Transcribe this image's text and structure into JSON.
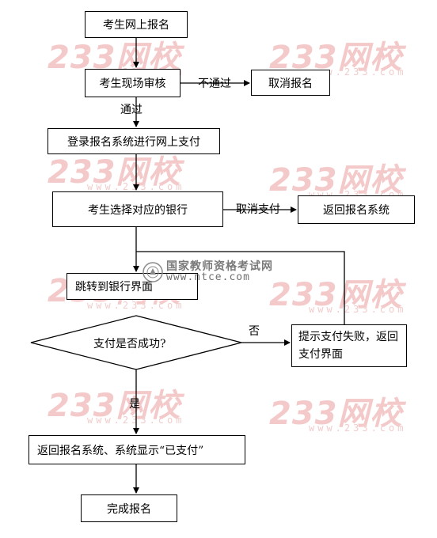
{
  "flowchart": {
    "nodes": {
      "n1": "考生网上报名",
      "n2": "考生现场审核",
      "n3": "取消报名",
      "n4": "登录报名系统进行网上支付",
      "n5": "考生选择对应的银行",
      "n6": "返回报名系统",
      "n7": "跳转到银行界面",
      "n8": "支付是否成功?",
      "n9": "提示支付失败，返回支付界面",
      "n10": "返回报名系统、系统显示“已支付”",
      "n11": "完成报名"
    },
    "edges": {
      "not_passed": "不通过",
      "passed": "通过",
      "cancel_pay": "取消支付",
      "no": "否",
      "yes": "是"
    }
  },
  "watermarks": {
    "brand": "233网校",
    "brand_url": "www.233.com",
    "ntce_name": "国家教师资格考试网",
    "ntce_url": "www.ntce.com"
  },
  "colors": {
    "watermark": "#f4c9c9",
    "ntce_text": "#7a7a7a",
    "line": "#000000"
  }
}
